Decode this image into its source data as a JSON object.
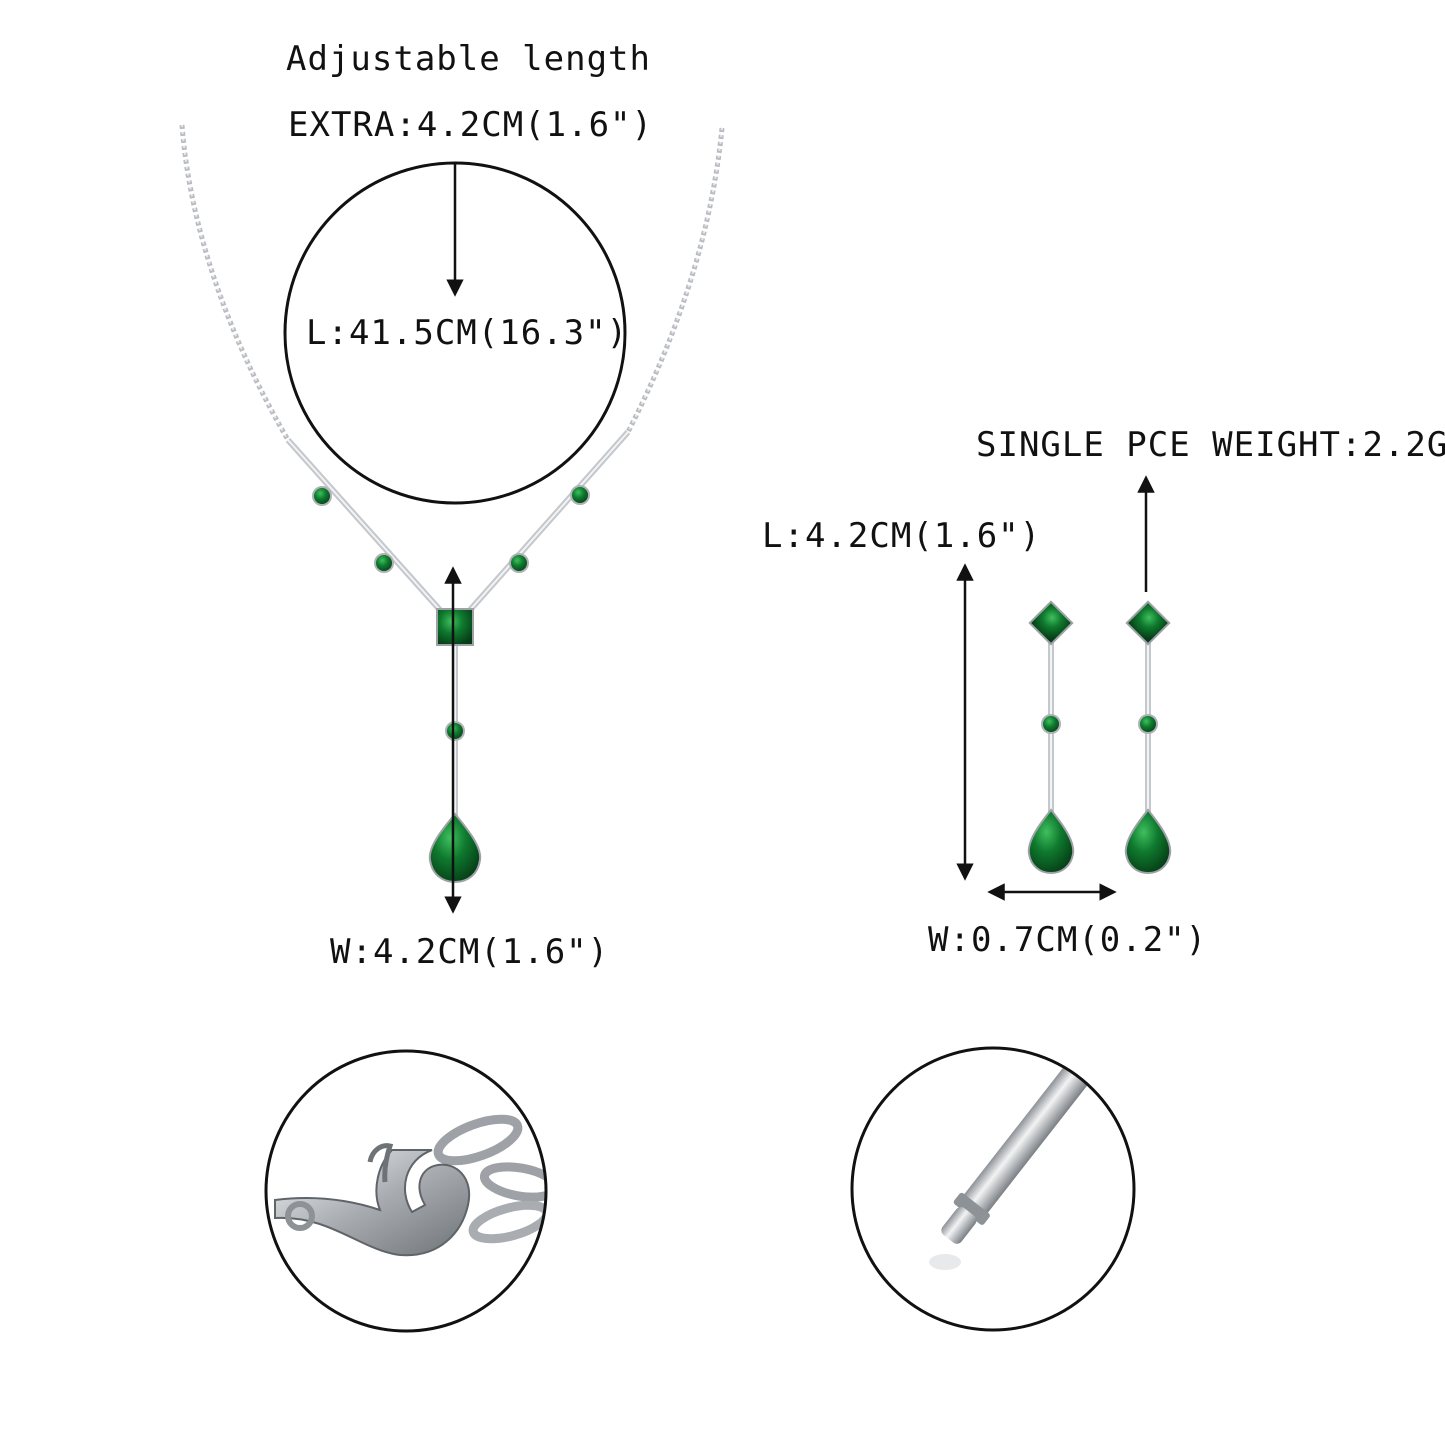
{
  "necklace": {
    "adjustable_label": "Adjustable length",
    "extra_length": "EXTRA:4.2CM(1.6\")",
    "length": "L:41.5CM(16.3\")",
    "width": "W:4.2CM(1.6\")"
  },
  "earring": {
    "weight": "SINGLE PCE WEIGHT:2.2G",
    "length": "L:4.2CM(1.6\")",
    "width": "W:0.7CM(0.2\")"
  },
  "colors": {
    "emerald": "#0f7a2e",
    "emerald_dark": "#0a5220",
    "silver": "#b9bcc0",
    "silver_light": "#e6e8ea",
    "line": "#111111"
  },
  "icons": {
    "clasp": "lobster-clasp-icon",
    "post": "earring-post-icon"
  }
}
